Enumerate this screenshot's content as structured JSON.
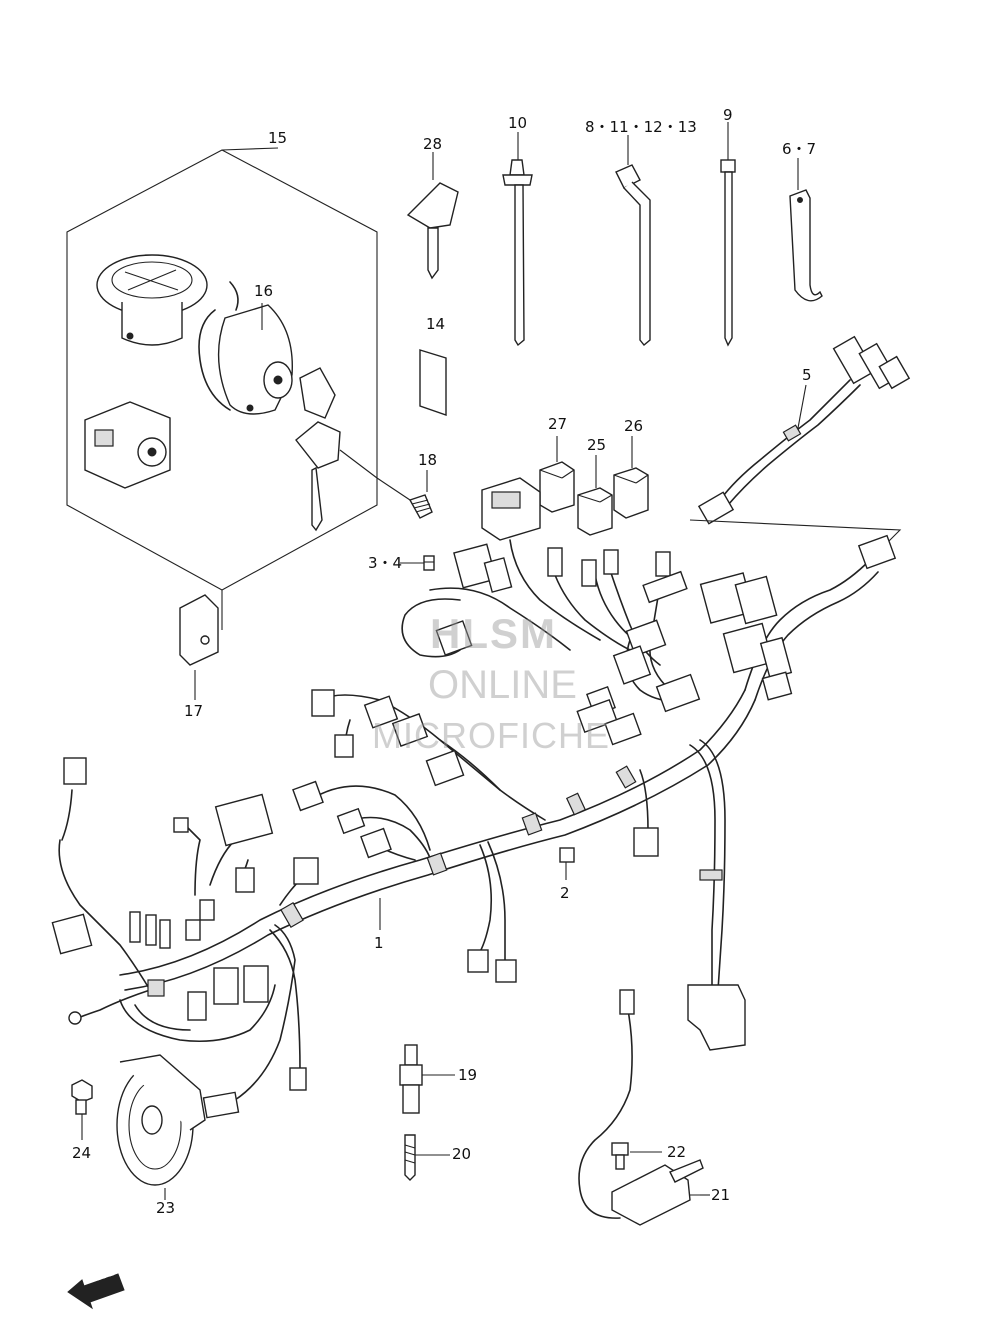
{
  "labels": {
    "p1": "1",
    "p2": "2",
    "p3_4": "3・4",
    "p5": "5",
    "p6_7": "6・7",
    "p8_11_12_13": "8・11・12・13",
    "p9": "9",
    "p10": "10",
    "p14": "14",
    "p15": "15",
    "p16": "16",
    "p17": "17",
    "p18": "18",
    "p19": "19",
    "p20": "20",
    "p21": "21",
    "p22": "22",
    "p23": "23",
    "p24": "24",
    "p25": "25",
    "p26": "26",
    "p27": "27",
    "p28": "28"
  },
  "watermark": {
    "line1": "HLSM",
    "line2": "ONLINE",
    "line3": "MICROFICHE"
  },
  "fwd": "FWD"
}
